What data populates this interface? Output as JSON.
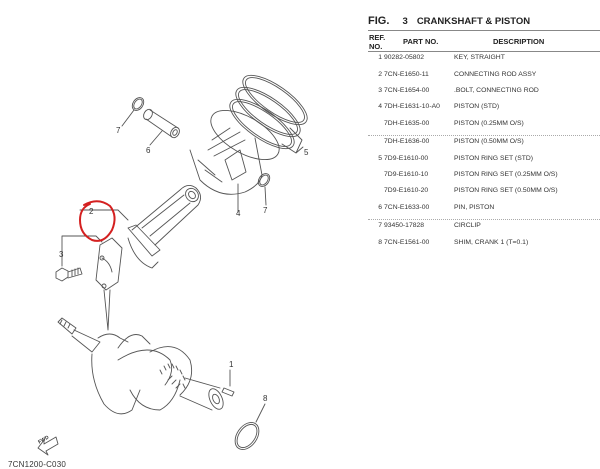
{
  "figure": {
    "label": "FIG.",
    "number": "3",
    "title": "CRANKSHAFT & PISTON"
  },
  "table": {
    "headers": {
      "ref_line1": "REF.",
      "ref_line2": "NO.",
      "part_no": "PART NO.",
      "description": "DESCRIPTION"
    },
    "rows": [
      {
        "ref": "1",
        "part_no": "90282-05802",
        "description": "KEY, STRAIGHT"
      },
      {
        "ref": "2",
        "part_no": "7CN-E1650-11",
        "description": "CONNECTING ROD ASSY"
      },
      {
        "ref": "3",
        "part_no": "7CN-E1654-00",
        "description": ".BOLT, CONNECTING ROD"
      },
      {
        "ref": "4",
        "part_no": "7DH-E1631-10-A0",
        "description": "PISTON (STD)"
      },
      {
        "ref": "",
        "part_no": "7DH-E1635-00",
        "description": "PISTON (0.25MM O/S)"
      },
      {
        "ref": "",
        "part_no": "7DH-E1636-00",
        "description": "PISTON (0.50MM O/S)"
      },
      {
        "ref": "5",
        "part_no": "7D9-E1610-00",
        "description": "PISTON RING SET (STD)"
      },
      {
        "ref": "",
        "part_no": "7D9-E1610-10",
        "description": "PISTON RING SET (0.25MM O/S)"
      },
      {
        "ref": "",
        "part_no": "7D9-E1610-20",
        "description": "PISTON RING SET (0.50MM O/S)"
      },
      {
        "ref": "6",
        "part_no": "7CN-E1633-00",
        "description": "PIN, PISTON"
      },
      {
        "ref": "7",
        "part_no": "93450-17828",
        "description": "CIRCLIP"
      },
      {
        "ref": "8",
        "part_no": "7CN-E1561-00",
        "description": "SHIM, CRANK 1 (T=0.1)"
      }
    ]
  },
  "diagram": {
    "callouts": {
      "c7a": "7",
      "c6": "6",
      "c5": "5",
      "c4": "4",
      "c7b": "7",
      "c2": "2",
      "c3": "3",
      "c1": "1",
      "c8": "8"
    },
    "fwd_label": "FWD",
    "drawing_code": "7CN1200-C030",
    "highlight_color": "#d42020",
    "line_color": "#555555"
  }
}
